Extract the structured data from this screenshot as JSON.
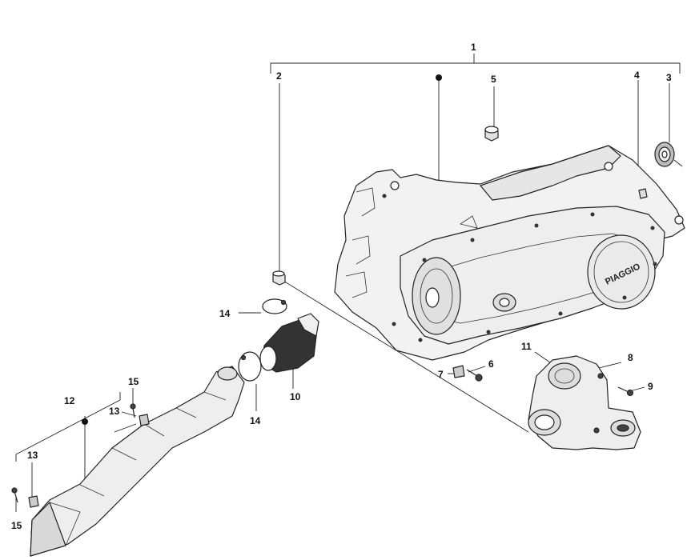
{
  "diagram": {
    "brand_logo_text": "PIAGGIO",
    "callouts": {
      "c1": "1",
      "c2": "2",
      "c3": "3",
      "c4": "4",
      "c5": "5",
      "c6": "6",
      "c7": "7",
      "c8": "8",
      "c9": "9",
      "c10": "10",
      "c11": "11",
      "c12": "12",
      "c13a": "13",
      "c13b": "13",
      "c14a": "14",
      "c14b": "14",
      "c15a": "15",
      "c15b": "15"
    },
    "colors": {
      "ink": "#222222",
      "fill_light": "#e6e6e6",
      "fill_mid": "#bdbdbd",
      "fill_dark": "#333333"
    }
  }
}
